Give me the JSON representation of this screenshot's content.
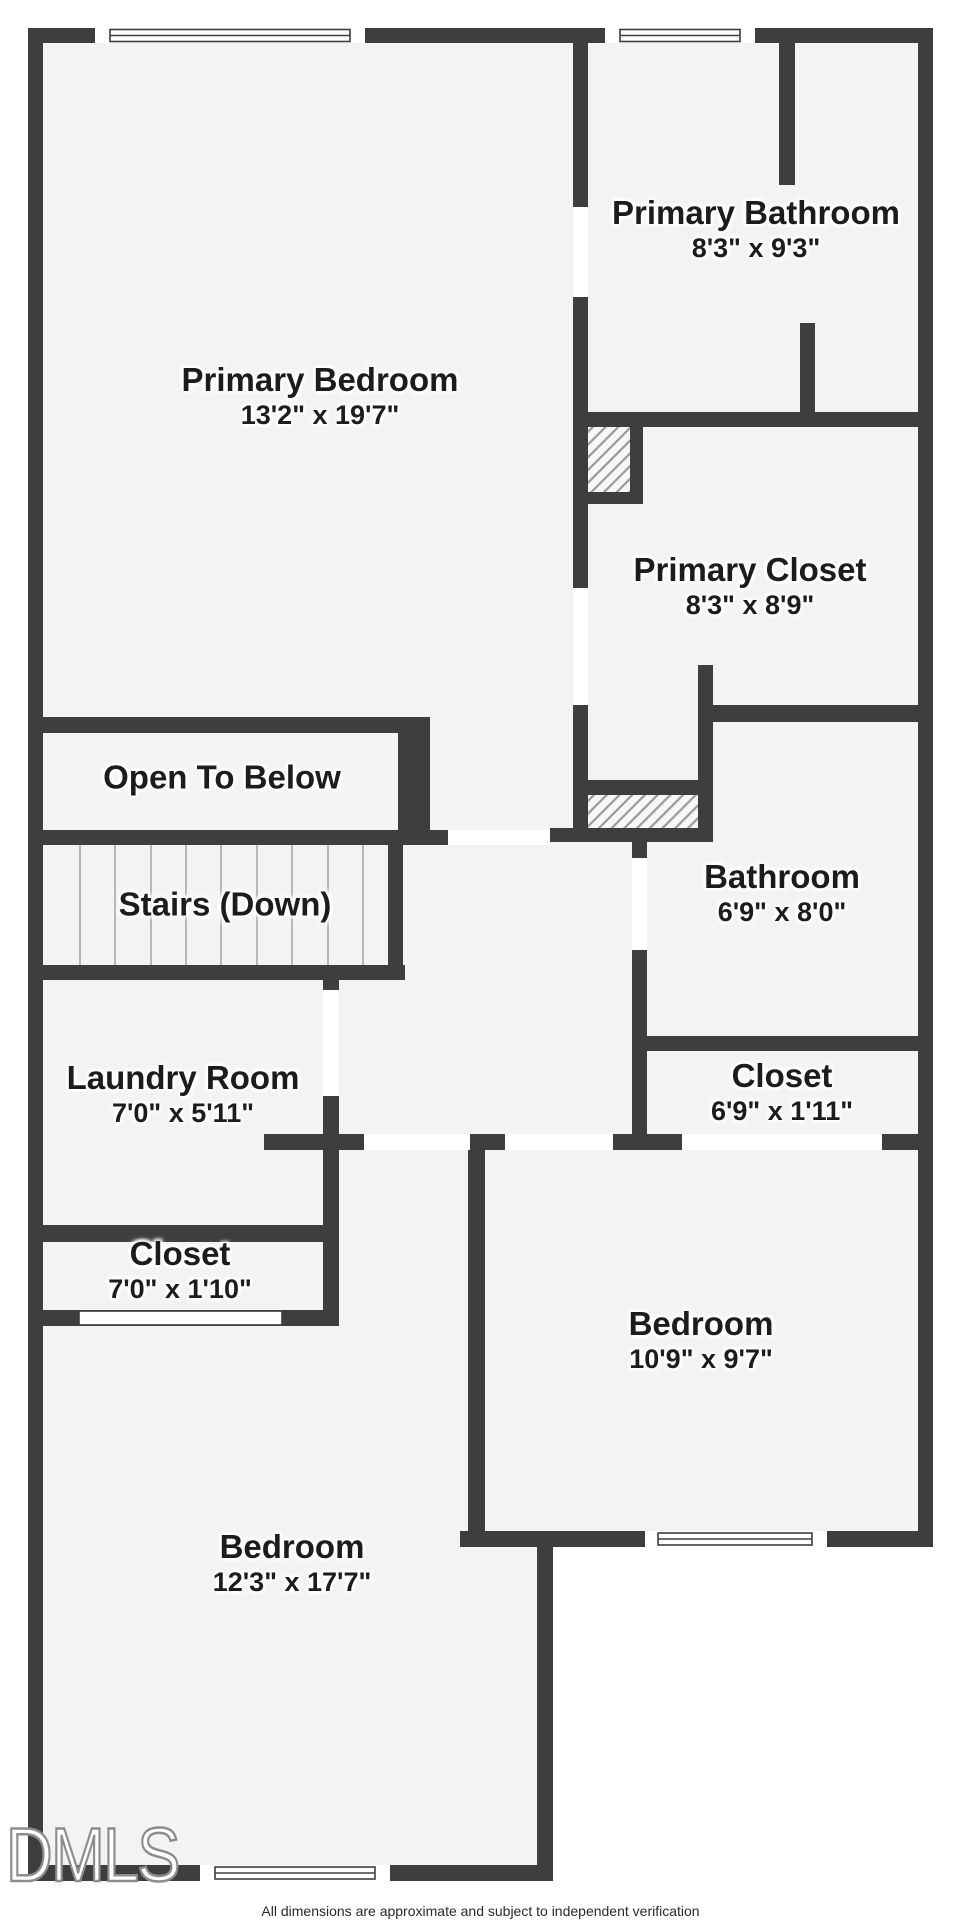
{
  "rooms": {
    "primary_bedroom": {
      "name": "Primary Bedroom",
      "dims": "13'2\" x 19'7\""
    },
    "primary_bathroom": {
      "name": "Primary Bathroom",
      "dims": "8'3\" x 9'3\""
    },
    "primary_closet": {
      "name": "Primary Closet",
      "dims": "8'3\" x 8'9\""
    },
    "open_to_below": {
      "name": "Open To Below"
    },
    "stairs": {
      "name": "Stairs (Down)"
    },
    "bathroom": {
      "name": "Bathroom",
      "dims": "6'9\" x 8'0\""
    },
    "laundry": {
      "name": "Laundry Room",
      "dims": "7'0\" x 5'11\""
    },
    "closet_hall": {
      "name": "Closet",
      "dims": "6'9\" x 1'11\""
    },
    "closet_laundry": {
      "name": "Closet",
      "dims": "7'0\" x 1'10\""
    },
    "bedroom_right": {
      "name": "Bedroom",
      "dims": "10'9\" x 9'7\""
    },
    "bedroom_left": {
      "name": "Bedroom",
      "dims": "12'3\" x 17'7\""
    }
  },
  "watermark": "DMLS",
  "footer": {
    "disclaimer": "All dimensions are approximate and subject to independent verification"
  },
  "colors": {
    "wall": "#3e3e3e",
    "floor": "#f4f3f2",
    "background": "#ffffff"
  }
}
